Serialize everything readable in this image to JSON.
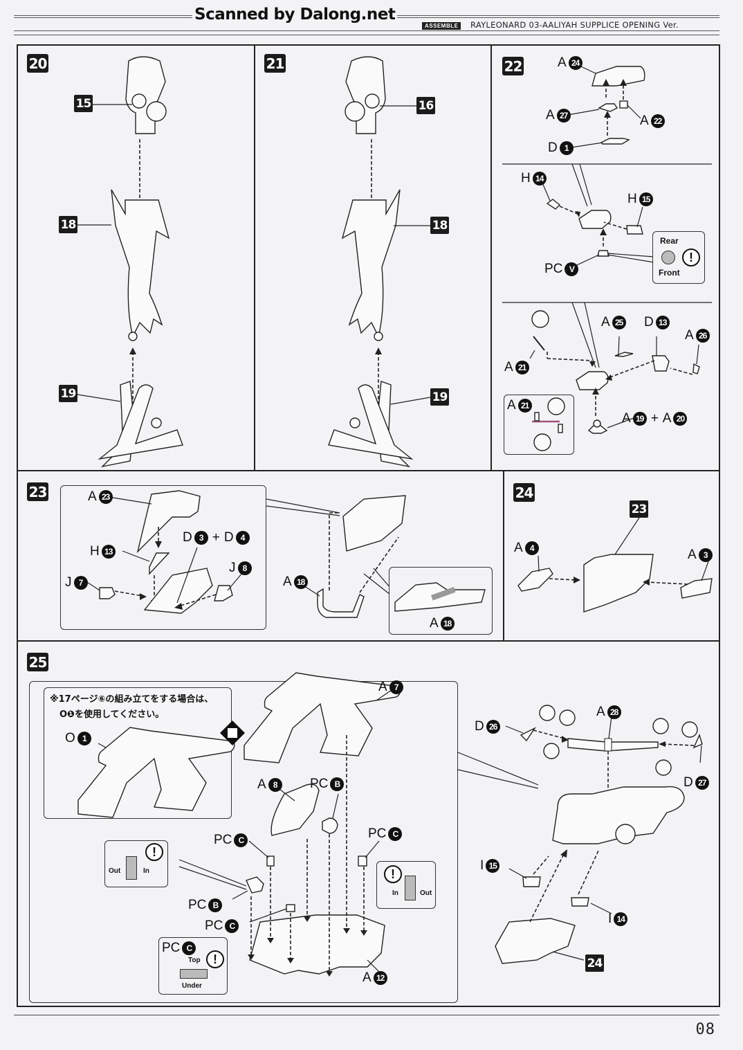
{
  "header": {
    "watermark": "Scanned by Dalong.net",
    "section_tag": "ASSEMBLE",
    "product_title": "RAYLEONARD 03-AALIYAH SUPPLICE OPENING Ver."
  },
  "steps": {
    "s20": {
      "number": "20",
      "refs": [
        "15",
        "18",
        "19"
      ]
    },
    "s21": {
      "number": "21",
      "refs": [
        "16",
        "18",
        "19"
      ]
    },
    "s22": {
      "number": "22",
      "parts_top": [
        {
          "runner": "A",
          "num": "24"
        },
        {
          "runner": "A",
          "num": "27"
        },
        {
          "runner": "A",
          "num": "22"
        },
        {
          "runner": "D",
          "num": "1"
        }
      ],
      "parts_mid": [
        {
          "runner": "H",
          "num": "14"
        },
        {
          "runner": "H",
          "num": "15"
        },
        {
          "runner": "PC",
          "num": "V"
        }
      ],
      "orientation_note": {
        "top": "Rear",
        "bottom": "Front"
      },
      "parts_bottom": [
        {
          "runner": "A",
          "num": "25"
        },
        {
          "runner": "D",
          "num": "13"
        },
        {
          "runner": "A",
          "num": "26"
        },
        {
          "runner": "A",
          "num": "21"
        },
        {
          "runner": "A",
          "num": "19"
        },
        {
          "runner": "A",
          "num": "20"
        }
      ],
      "inset_part": {
        "runner": "A",
        "num": "21"
      }
    },
    "s23": {
      "number": "23",
      "parts": [
        {
          "runner": "A",
          "num": "23"
        },
        {
          "runner": "H",
          "num": "13"
        },
        {
          "runner": "D",
          "num": "3"
        },
        {
          "runner": "D",
          "num": "4"
        },
        {
          "runner": "J",
          "num": "7"
        },
        {
          "runner": "J",
          "num": "8"
        },
        {
          "runner": "A",
          "num": "18"
        }
      ],
      "inset_part": {
        "runner": "A",
        "num": "18"
      }
    },
    "s24": {
      "number": "24",
      "ref": "23",
      "parts": [
        {
          "runner": "A",
          "num": "4"
        },
        {
          "runner": "A",
          "num": "3"
        }
      ]
    },
    "s25": {
      "number": "25",
      "jp_note_line1": "※17ページ⑥の組み立てをする場合は、",
      "jp_note_line2": "O❶を使用してください。",
      "note_part": {
        "runner": "O",
        "num": "1"
      },
      "parts": [
        {
          "runner": "A",
          "num": "7"
        },
        {
          "runner": "A",
          "num": "8"
        },
        {
          "runner": "PC",
          "num": "B"
        },
        {
          "runner": "PC",
          "num": "C"
        },
        {
          "runner": "PC",
          "num": "C"
        },
        {
          "runner": "PC",
          "num": "B"
        },
        {
          "runner": "PC",
          "num": "C"
        },
        {
          "runner": "A",
          "num": "12"
        }
      ],
      "note_left": {
        "out": "Out",
        "in": "In"
      },
      "note_right": {
        "in": "In",
        "out": "Out"
      },
      "note_pcc": {
        "runner": "PC",
        "num": "C",
        "top": "Top",
        "under": "Under"
      },
      "wing_parts": [
        {
          "runner": "D",
          "num": "26"
        },
        {
          "runner": "A",
          "num": "28"
        },
        {
          "runner": "D",
          "num": "27"
        },
        {
          "runner": "I",
          "num": "15"
        },
        {
          "runner": "I",
          "num": "14"
        }
      ],
      "ref": "24"
    }
  },
  "footer": {
    "page_number": "08"
  }
}
